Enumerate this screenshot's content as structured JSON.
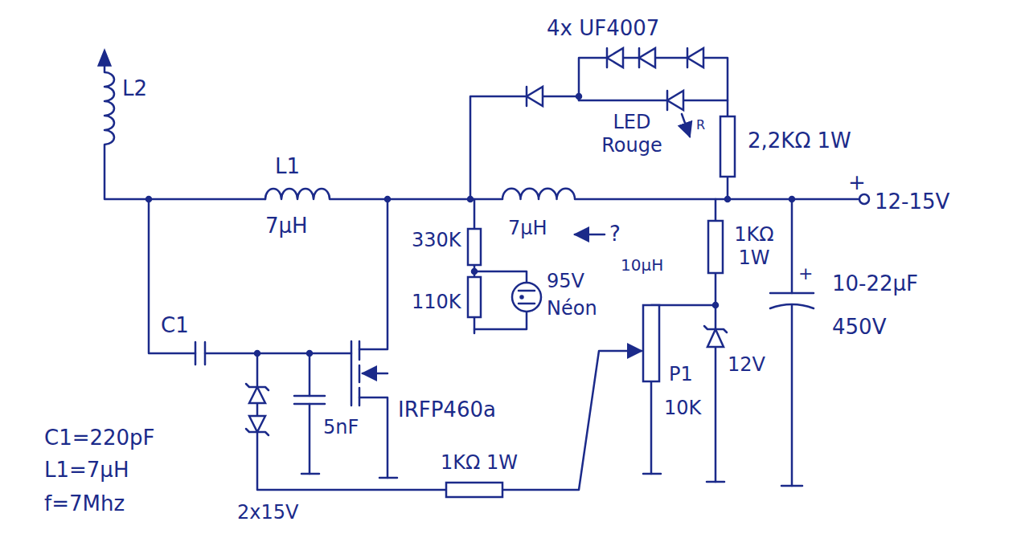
{
  "diagram": {
    "labels": [
      "4x UF4007",
      "L2",
      "L1",
      "7µH",
      "LED Rouge",
      "R",
      "2,2KΩ 1W",
      "+",
      "12-15V",
      "330K",
      "7µH",
      "?",
      "10µH",
      "1KΩ 1W",
      "95V",
      "Néon",
      "+",
      "10-22µF",
      "450V",
      "110K",
      "C1",
      "IRFP460a",
      "5nF",
      "P1",
      "10K",
      "12V",
      "C1=220pF",
      "L1=7µH",
      "f=7Mhz",
      "1KΩ 1W",
      "2x15V"
    ]
  }
}
